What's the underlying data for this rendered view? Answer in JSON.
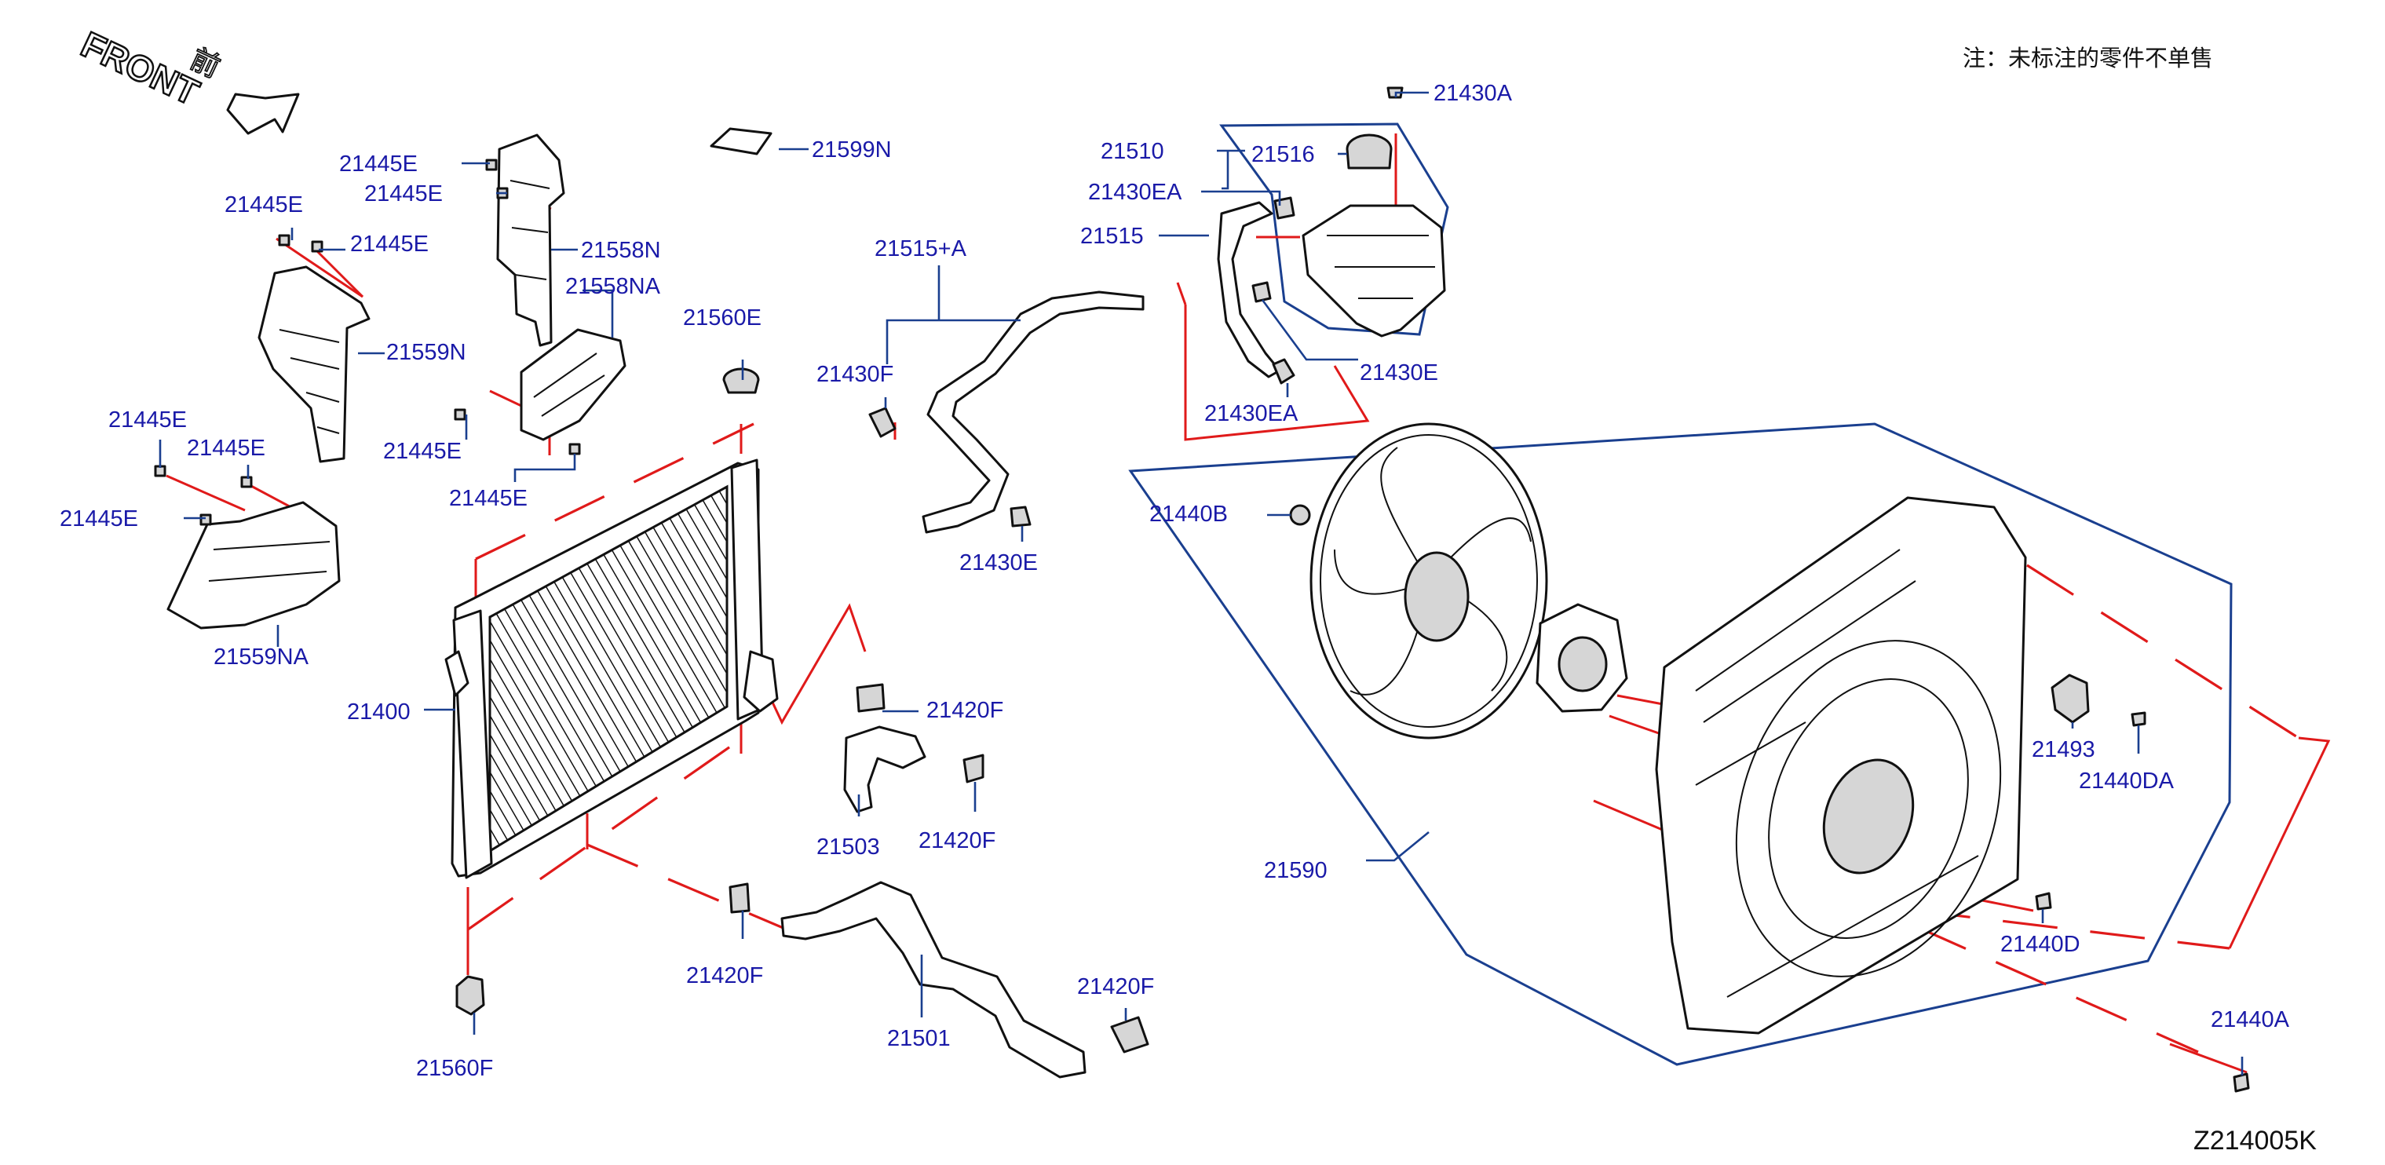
{
  "note": "注：未标注的零件不单售",
  "orientation": {
    "front_label": "FRONT",
    "front_label_cn": "前"
  },
  "diagram_code": "Z214005K",
  "labels": {
    "p21430A": "21430A",
    "p21599N": "21599N",
    "p21510": "21510",
    "p21516": "21516",
    "p21430EA_top": "21430EA",
    "p21515": "21515",
    "p21515A": "21515+A",
    "p21430F_top": "21430F",
    "p21430E_tank": "21430E",
    "p21430EA_low": "21430EA",
    "p21430E_hose": "21430E",
    "p21445E_1": "21445E",
    "p21445E_2": "21445E",
    "p21445E_3": "21445E",
    "p21445E_4": "21445E",
    "p21445E_5": "21445E",
    "p21445E_6": "21445E",
    "p21445E_7": "21445E",
    "p21445E_8": "21445E",
    "p21445E_9": "21445E",
    "p21558N": "21558N",
    "p21558NA": "21558NA",
    "p21559N": "21559N",
    "p21559NA": "21559NA",
    "p21560E": "21560E",
    "p21560F": "21560F",
    "p21400": "21400",
    "p21420F_a": "21420F",
    "p21420F_b": "21420F",
    "p21420F_c": "21420F",
    "p21420F_d": "21420F",
    "p21503": "21503",
    "p21501": "21501",
    "p21440B": "21440B",
    "p21590": "21590",
    "p21493": "21493",
    "p21440DA": "21440DA",
    "p21440D": "21440D",
    "p21440A": "21440A"
  }
}
